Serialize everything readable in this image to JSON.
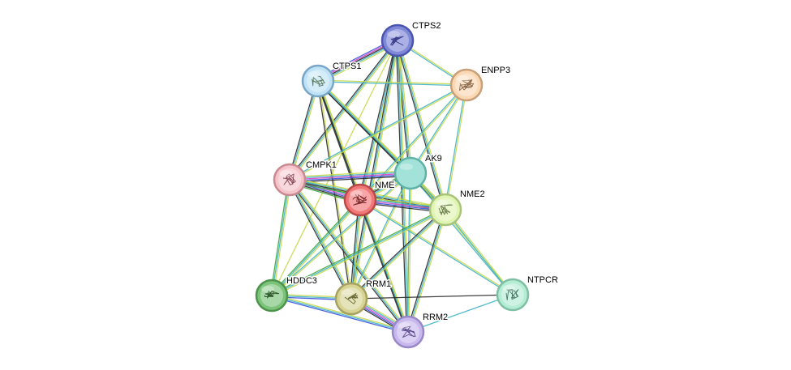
{
  "network": {
    "nodes": [
      {
        "id": "CTPS2",
        "label": "CTPS2",
        "color": "#8088d8",
        "ring": "#4a55b0",
        "structure": true,
        "glyph": "#3d3f8a"
      },
      {
        "id": "CTPS1",
        "label": "CTPS1",
        "color": "#bfe2f6",
        "ring": "#7aa7c7",
        "structure": true,
        "glyph": "#5a7a5a"
      },
      {
        "id": "ENPP3",
        "label": "ENPP3",
        "color": "#fbd8b4",
        "ring": "#c9a077",
        "structure": true,
        "glyph": "#8a6a4a"
      },
      {
        "id": "CMPK1",
        "label": "CMPK1",
        "color": "#f6c4cb",
        "ring": "#c98a92",
        "structure": true,
        "glyph": "#8a4a5a"
      },
      {
        "id": "AK9",
        "label": "AK9",
        "color": "#a2e2d8",
        "ring": "#5fb3a6",
        "structure": false,
        "glyph": "#000000"
      },
      {
        "id": "NME1",
        "label": "NME",
        "color": "#f27777",
        "ring": "#b84a4a",
        "structure": true,
        "glyph": "#7a2a2a"
      },
      {
        "id": "NME2",
        "label": "NME2",
        "color": "#e0f5b4",
        "ring": "#a8c478",
        "structure": true,
        "glyph": "#6a7a4a"
      },
      {
        "id": "HDDC3",
        "label": "HDDC3",
        "color": "#7cc47a",
        "ring": "#4e934c",
        "structure": true,
        "glyph": "#2e5a2e"
      },
      {
        "id": "RRM1",
        "label": "RRM1",
        "color": "#d8d494",
        "ring": "#a8a262",
        "structure": true,
        "glyph": "#6a6a3a"
      },
      {
        "id": "RRM2",
        "label": "RRM2",
        "color": "#c8b8ee",
        "ring": "#9888c8",
        "structure": true,
        "glyph": "#5a4a8a"
      },
      {
        "id": "NTPCR",
        "label": "NTPCR",
        "color": "#b4ecd4",
        "ring": "#7fbfa4",
        "structure": true,
        "glyph": "#4a7a6a"
      }
    ],
    "evidence_colors": {
      "textmining": "#c8d84a",
      "database": "#3fb3c6",
      "coexpression": "#2a2a2a",
      "experimental": "#d046c8",
      "cooccurrence": "#3a52d8",
      "neighborhood": "#3ca43c"
    },
    "edges": [
      {
        "a": "CTPS2",
        "b": "CTPS1",
        "types": [
          "textmining",
          "database",
          "coexpression",
          "experimental",
          "cooccurrence"
        ]
      },
      {
        "a": "CTPS2",
        "b": "ENPP3",
        "types": [
          "textmining",
          "database"
        ]
      },
      {
        "a": "CTPS2",
        "b": "CMPK1",
        "types": [
          "textmining",
          "database",
          "coexpression"
        ]
      },
      {
        "a": "CTPS2",
        "b": "AK9",
        "types": [
          "textmining",
          "database",
          "coexpression"
        ]
      },
      {
        "a": "CTPS2",
        "b": "NME1",
        "types": [
          "textmining",
          "database",
          "coexpression"
        ]
      },
      {
        "a": "CTPS2",
        "b": "NME2",
        "types": [
          "textmining",
          "database",
          "coexpression"
        ]
      },
      {
        "a": "CTPS2",
        "b": "RRM1",
        "types": [
          "textmining",
          "database",
          "coexpression"
        ]
      },
      {
        "a": "CTPS2",
        "b": "RRM2",
        "types": [
          "textmining",
          "database",
          "coexpression"
        ]
      },
      {
        "a": "CTPS2",
        "b": "HDDC3",
        "types": [
          "textmining"
        ]
      },
      {
        "a": "CTPS1",
        "b": "ENPP3",
        "types": [
          "textmining",
          "database"
        ]
      },
      {
        "a": "CTPS1",
        "b": "CMPK1",
        "types": [
          "textmining",
          "database",
          "coexpression"
        ]
      },
      {
        "a": "CTPS1",
        "b": "AK9",
        "types": [
          "textmining",
          "database",
          "coexpression"
        ]
      },
      {
        "a": "CTPS1",
        "b": "NME1",
        "types": [
          "textmining",
          "database",
          "coexpression"
        ]
      },
      {
        "a": "CTPS1",
        "b": "NME2",
        "types": [
          "textmining",
          "database",
          "coexpression"
        ]
      },
      {
        "a": "CTPS1",
        "b": "RRM1",
        "types": [
          "textmining",
          "coexpression"
        ]
      },
      {
        "a": "CTPS1",
        "b": "RRM2",
        "types": [
          "textmining",
          "coexpression"
        ]
      },
      {
        "a": "ENPP3",
        "b": "CMPK1",
        "types": [
          "textmining",
          "database"
        ]
      },
      {
        "a": "ENPP3",
        "b": "AK9",
        "types": [
          "textmining",
          "database"
        ]
      },
      {
        "a": "ENPP3",
        "b": "NME1",
        "types": [
          "textmining",
          "database"
        ]
      },
      {
        "a": "ENPP3",
        "b": "NME2",
        "types": [
          "textmining",
          "database"
        ]
      },
      {
        "a": "CMPK1",
        "b": "AK9",
        "types": [
          "textmining",
          "database",
          "experimental",
          "cooccurrence",
          "coexpression"
        ]
      },
      {
        "a": "CMPK1",
        "b": "NME1",
        "types": [
          "textmining",
          "database",
          "experimental",
          "cooccurrence",
          "coexpression",
          "neighborhood"
        ]
      },
      {
        "a": "CMPK1",
        "b": "NME2",
        "types": [
          "textmining",
          "database",
          "coexpression",
          "neighborhood"
        ]
      },
      {
        "a": "CMPK1",
        "b": "HDDC3",
        "types": [
          "textmining",
          "database",
          "neighborhood"
        ]
      },
      {
        "a": "CMPK1",
        "b": "RRM1",
        "types": [
          "textmining",
          "database",
          "coexpression"
        ]
      },
      {
        "a": "CMPK1",
        "b": "RRM2",
        "types": [
          "textmining",
          "database",
          "coexpression"
        ]
      },
      {
        "a": "AK9",
        "b": "NME1",
        "types": [
          "textmining",
          "database",
          "coexpression",
          "neighborhood"
        ]
      },
      {
        "a": "AK9",
        "b": "NME2",
        "types": [
          "textmining",
          "database",
          "coexpression"
        ]
      },
      {
        "a": "AK9",
        "b": "HDDC3",
        "types": [
          "textmining",
          "database"
        ]
      },
      {
        "a": "AK9",
        "b": "RRM1",
        "types": [
          "textmining",
          "database"
        ]
      },
      {
        "a": "AK9",
        "b": "RRM2",
        "types": [
          "textmining",
          "database"
        ]
      },
      {
        "a": "AK9",
        "b": "NTPCR",
        "types": [
          "textmining",
          "database"
        ]
      },
      {
        "a": "NME1",
        "b": "NME2",
        "types": [
          "textmining",
          "database",
          "experimental",
          "cooccurrence",
          "coexpression"
        ]
      },
      {
        "a": "NME1",
        "b": "HDDC3",
        "types": [
          "textmining",
          "database",
          "neighborhood"
        ]
      },
      {
        "a": "NME1",
        "b": "RRM1",
        "types": [
          "textmining",
          "database",
          "coexpression"
        ]
      },
      {
        "a": "NME1",
        "b": "RRM2",
        "types": [
          "textmining",
          "database",
          "coexpression"
        ]
      },
      {
        "a": "NME1",
        "b": "NTPCR",
        "types": [
          "textmining",
          "database"
        ]
      },
      {
        "a": "NME2",
        "b": "HDDC3",
        "types": [
          "textmining",
          "database",
          "neighborhood"
        ]
      },
      {
        "a": "NME2",
        "b": "RRM1",
        "types": [
          "textmining",
          "database",
          "coexpression"
        ]
      },
      {
        "a": "NME2",
        "b": "RRM2",
        "types": [
          "textmining",
          "database",
          "coexpression"
        ]
      },
      {
        "a": "NME2",
        "b": "NTPCR",
        "types": [
          "textmining",
          "database"
        ]
      },
      {
        "a": "HDDC3",
        "b": "RRM1",
        "types": [
          "textmining",
          "database",
          "cooccurrence"
        ]
      },
      {
        "a": "HDDC3",
        "b": "RRM2",
        "types": [
          "textmining",
          "database",
          "cooccurrence"
        ]
      },
      {
        "a": "RRM1",
        "b": "RRM2",
        "types": [
          "textmining",
          "database",
          "experimental",
          "cooccurrence",
          "coexpression"
        ]
      },
      {
        "a": "RRM1",
        "b": "NTPCR",
        "types": [
          "coexpression"
        ]
      },
      {
        "a": "RRM2",
        "b": "NTPCR",
        "types": [
          "database"
        ]
      }
    ]
  }
}
